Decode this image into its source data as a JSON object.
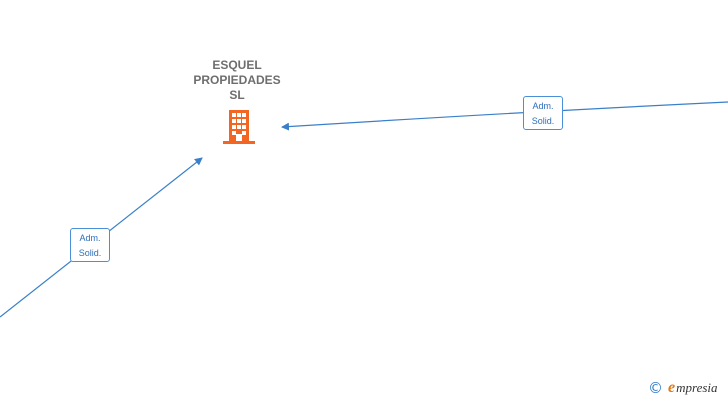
{
  "company": {
    "name_lines": [
      "ESQUEL",
      "PROPIEDADES",
      "SL"
    ],
    "icon": "building-icon",
    "icon_color": "#f26522"
  },
  "edges": [
    {
      "label_lines": [
        "Adm.",
        "Solid."
      ]
    },
    {
      "label_lines": [
        "Adm.",
        "Solid."
      ]
    }
  ],
  "edge_color": "#3a7fc9",
  "footer": {
    "copyright_symbol": "©",
    "brand_initial": "e",
    "brand_rest": "mpresia"
  }
}
